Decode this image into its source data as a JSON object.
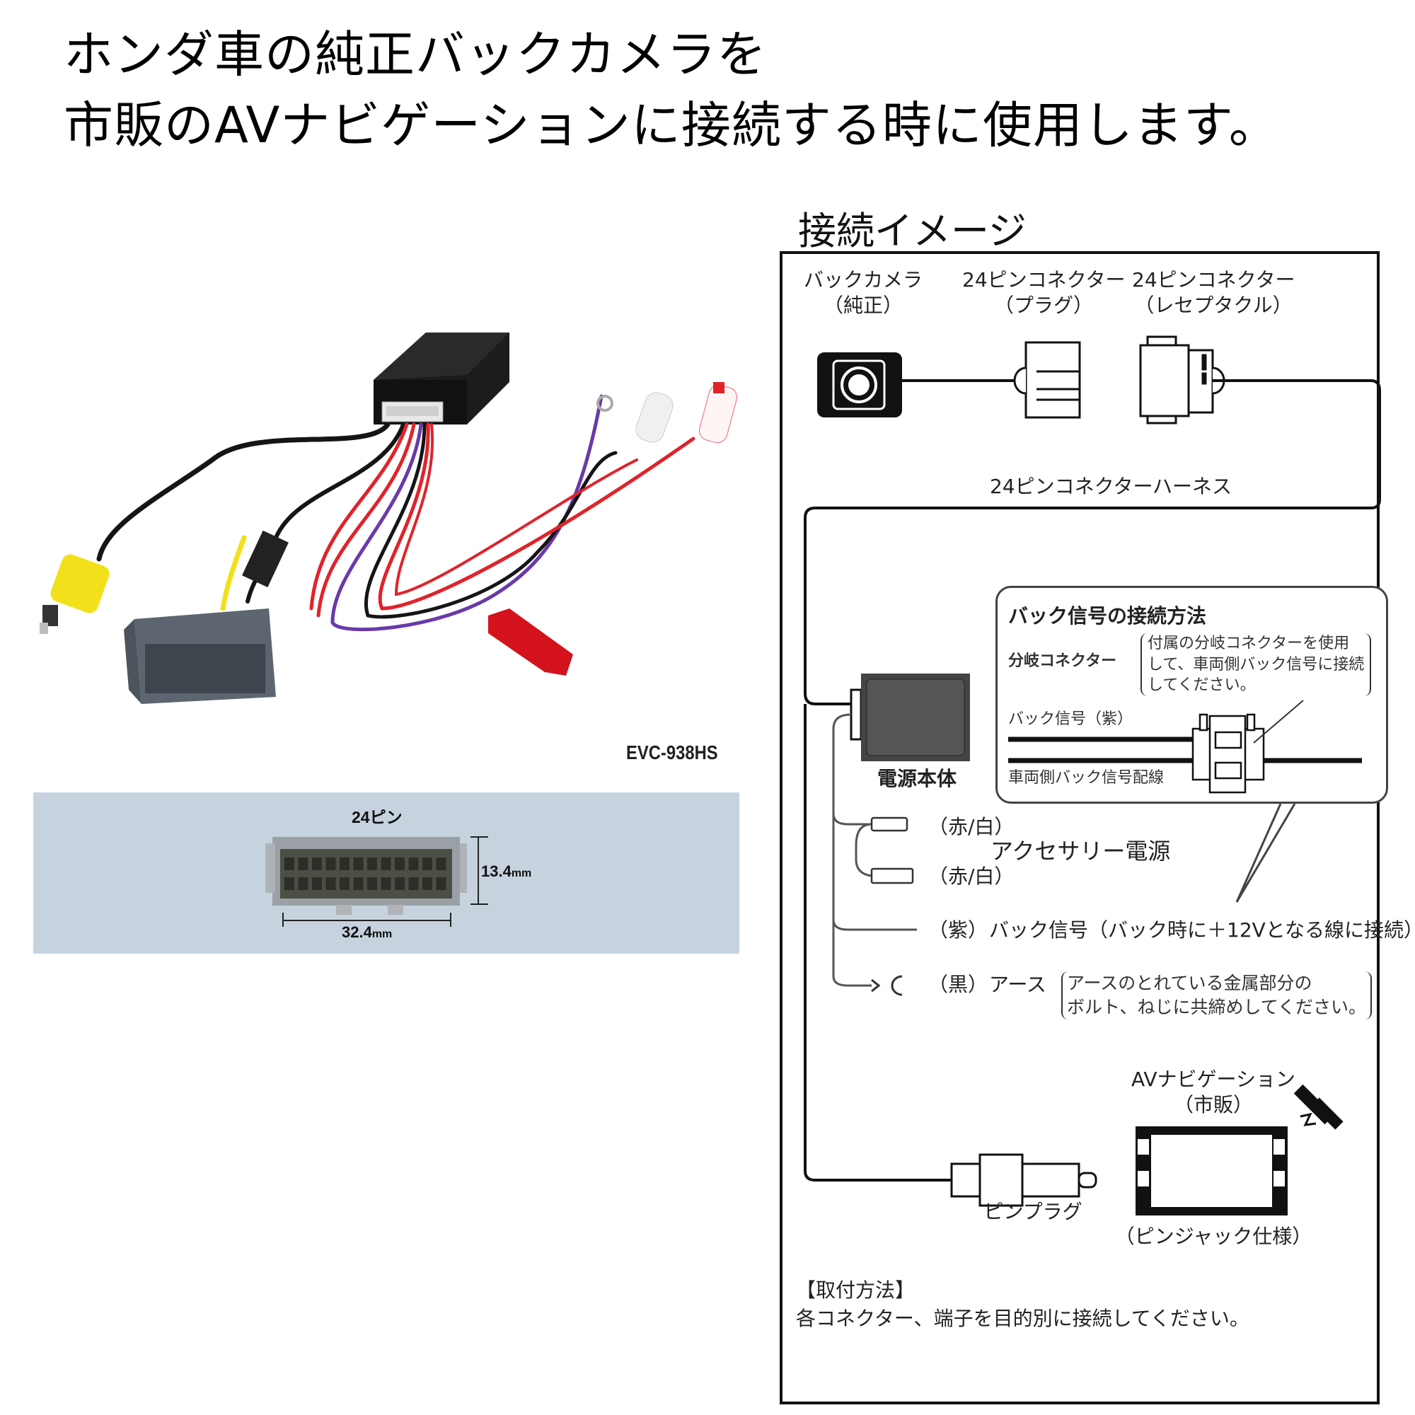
{
  "heading": {
    "line1": "ホンダ車の純正バックカメラを",
    "line2": "市販のAVナビゲーションに接続する時に使用します。"
  },
  "product": {
    "model": "EVC-938HS",
    "connector": {
      "pin_label": "24ピン",
      "height_value": "13.4",
      "width_value": "32.4",
      "unit": "mm"
    }
  },
  "diagram": {
    "title": "接続イメージ",
    "top_components": [
      {
        "name": "バックカメラ",
        "sub": "（純正）"
      },
      {
        "name": "24ピンコネクター",
        "sub": "（プラグ）"
      },
      {
        "name": "24ピンコネクター",
        "sub": "（レセプタクル）"
      }
    ],
    "harness_label": "24ピンコネクターハーネス",
    "main_unit_label": "電源本体",
    "inset": {
      "title": "バック信号の接続方法",
      "branch_label": "分岐コネクター",
      "branch_note": [
        "付属の分岐コネクターを使用",
        "して、車両側バック信号に接続",
        "してください。"
      ],
      "wire_top_label": "バック信号（紫）",
      "wire_bottom_label": "車両側バック信号配線"
    },
    "wires": [
      {
        "color_label": "（赤/白）",
        "description": ""
      },
      {
        "color_label": "（赤/白）",
        "description": ""
      },
      {
        "color_label": "（紫）",
        "description": "バック信号（バック時に＋12Vとなる線に接続）"
      },
      {
        "color_label": "（黒）",
        "description": "アース",
        "note": [
          "アースのとれている金属部分の",
          "ボルト、ねじに共締めしてください。"
        ]
      }
    ],
    "accessory_power_label": "アクセサリー電源",
    "navigation": {
      "name": "AVナビゲーション",
      "sub": "（市販）",
      "spec": "（ピンジャック仕様）"
    },
    "pin_plug_label": "ピンプラグ",
    "install": {
      "heading": "【取付方法】",
      "text": "各コネクター、端子を目的別に接続してください。"
    }
  },
  "colors": {
    "panel_bg": "#c6d3df",
    "connector_gray": "#5d6670",
    "rca_yellow": "#f2e01a",
    "wire_red": "#e0232b",
    "wire_purple": "#6a3aa8",
    "splice_red": "#d4121c"
  }
}
